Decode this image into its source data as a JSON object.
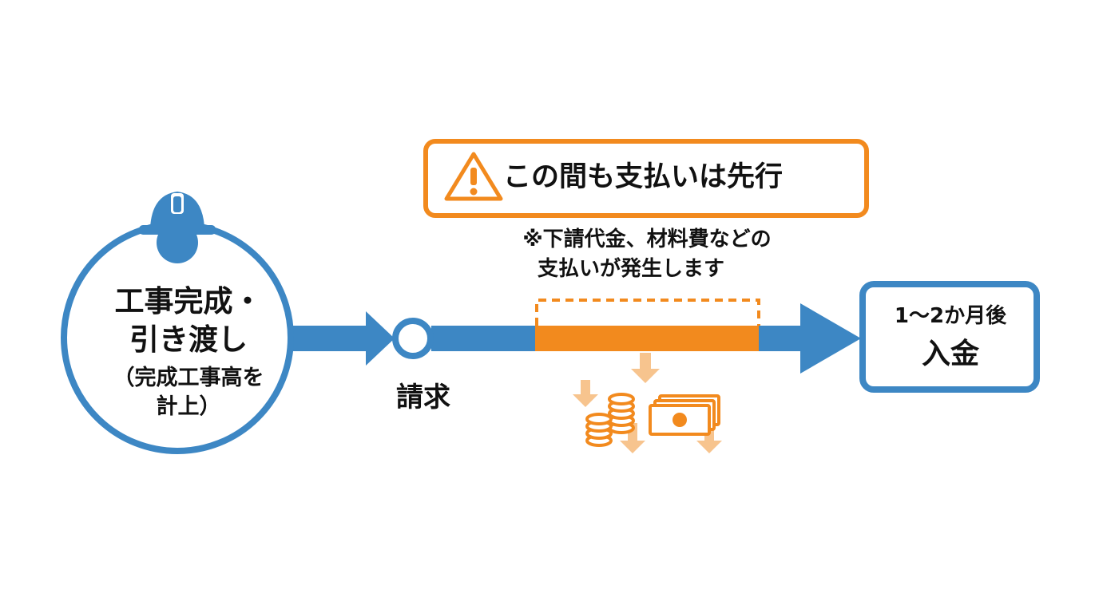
{
  "start": {
    "title_line1": "工事完成・",
    "title_line2": "引き渡し",
    "note_line1": "（完成工事高を",
    "note_line2": "計上）",
    "icon": "hardhat-worker-icon"
  },
  "invoice": {
    "label": "請求"
  },
  "warning": {
    "icon": "warning-icon",
    "text": "この間も支払いは先行"
  },
  "note": {
    "line1": "※下請代金、材料費などの",
    "line2": "支払いが発生します"
  },
  "end": {
    "line1": "1〜2か月後",
    "line2": "入金"
  },
  "outflow_icons": [
    "down-arrow-icon",
    "coins-icon",
    "banknote-icon"
  ],
  "colors": {
    "blue": "#3d87c4",
    "orange": "#f28a1e",
    "light_orange": "#f7c48e",
    "text": "#111111"
  }
}
